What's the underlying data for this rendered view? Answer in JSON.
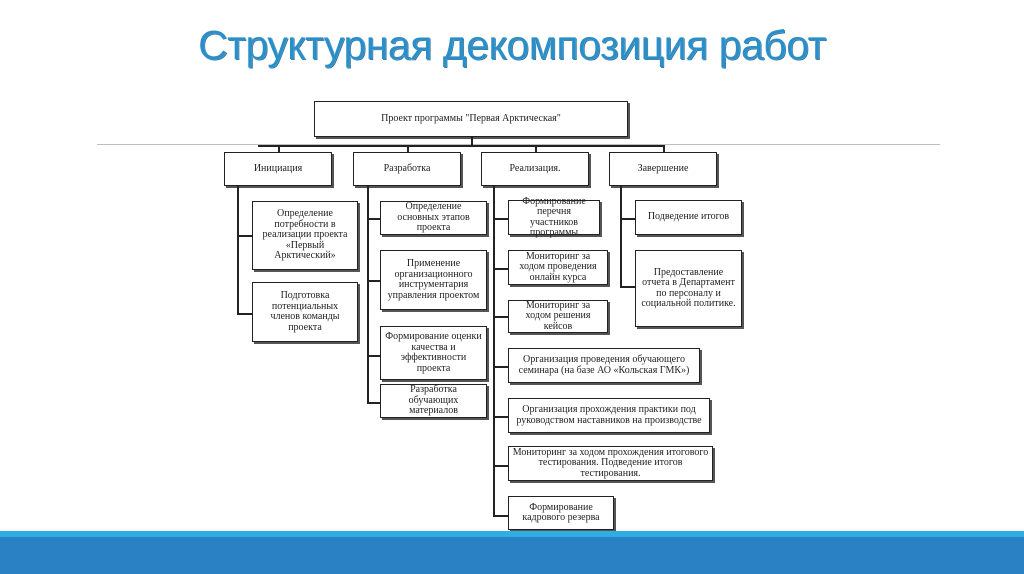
{
  "title": "Структурная декомпозиция работ",
  "root": "Проект программы \"Первая Арктическая\"",
  "phases": [
    {
      "label": "Инициация",
      "children": [
        "Определение потребности в реализации проекта «Первый Арктический»",
        "Подготовка потенциальных членов команды проекта"
      ]
    },
    {
      "label": "Разработка",
      "children": [
        "Определение основных этапов проекта",
        "Применение организационного инструментария управления проектом",
        "Формирование оценки качества и эффективности проекта",
        "Разработка обучающих материалов"
      ]
    },
    {
      "label": "Реализация.",
      "children": [
        "Формирование перечня участников программы",
        "Мониторинг за ходом проведения онлайн курса",
        "Мониторинг за ходом решения кейсов",
        "Организация проведения обучающего семинара (на базе АО «Кольская ГМК»)",
        "Организация прохождения практики под руководством наставников на производстве",
        "Мониторинг за ходом прохождения итогового тестирования. Подведение итогов тестирования.",
        "Формирование кадрового резерва"
      ]
    },
    {
      "label": "Завершение",
      "children": [
        "Подведение итогов",
        "Предоставление отчета в Департамент по персоналу и социальной политике."
      ]
    }
  ],
  "colors": {
    "title": "#2a8fc9",
    "bar_light": "#2eaee2",
    "bar_dark": "#2a82c4"
  }
}
